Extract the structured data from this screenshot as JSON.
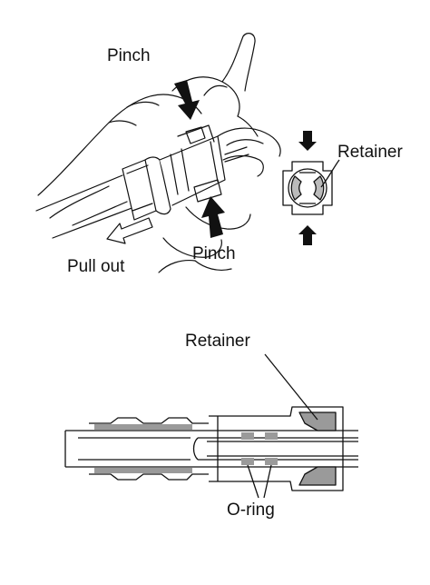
{
  "figure": {
    "labels": {
      "pinch_top": "Pinch",
      "pinch_bottom": "Pinch",
      "pull_out": "Pull out",
      "retainer_top": "Retainer",
      "retainer_bottom": "Retainer",
      "o_ring": "O-ring"
    },
    "colors": {
      "line": "#111111",
      "fill": "#ffffff",
      "shade": "#9a9a9a"
    }
  }
}
